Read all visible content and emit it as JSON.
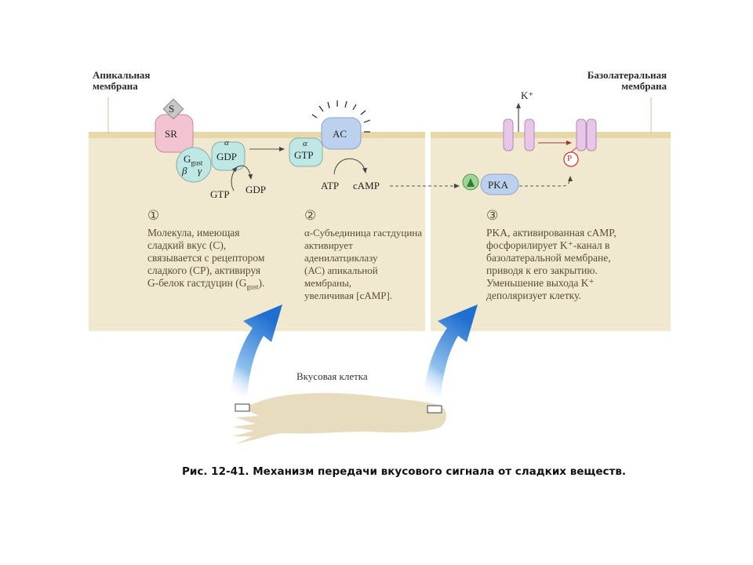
{
  "membranes": {
    "apical": "Апикальная\nмембрана",
    "basolateral": "Базолатеральная\nмембрана"
  },
  "molecules": {
    "s": "S",
    "sr": "SR",
    "alpha": "α",
    "gdp_bound": "GDP",
    "g_gust_main": "G",
    "g_gust_sub": "gust",
    "beta": "β",
    "gamma": "γ",
    "gtp_in": "GTP",
    "gdp_out": "GDP",
    "alpha2": "α",
    "gtp_bound": "GTP",
    "ac": "AC",
    "atp": "ATP",
    "camp": "cAMP",
    "pka": "PKA",
    "k_ion": "K⁺",
    "p": "P"
  },
  "steps": [
    {
      "number": "①",
      "text": "Молекула, имеющая\nсладкий вкус (С),\nсвязывается с рецептором\nсладкого (СР), активируя\nG-белок гастдуцин (G",
      "sub": "gust",
      "tail": ")."
    },
    {
      "number": "②",
      "text": "α-Субъединица  гастдуцина\nактивирует аденилатциклазу\n(АС) апикальной мембраны,\nувеличивая [cAMP]."
    },
    {
      "number": "③",
      "text": "PKA, активированная cAMP,\nфосфорилирует K⁺-канал в\nбазолатеральной мембране,\nприводя к его закрытию.\nУменьшение выхода K⁺\nдеполяризует клетку."
    }
  ],
  "cell_label": "Вкусовая клетка",
  "caption": "Рис. 12-41. Механизм передачи вкусового сигнала от сладких веществ."
}
